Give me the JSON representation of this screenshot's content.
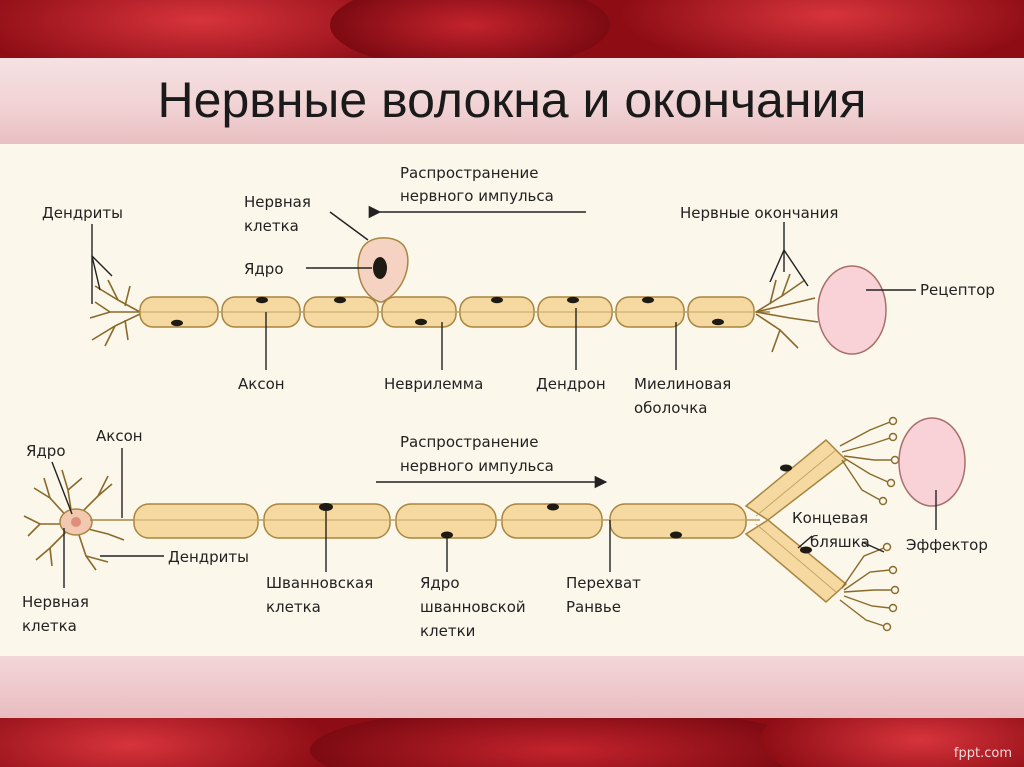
{
  "slide": {
    "title": "Нервные волокна и окончания",
    "brand": "fppt.com"
  },
  "top_diagram": {
    "dendrites": "Дендриты",
    "nerve_cell": [
      "Нервная",
      "клетка"
    ],
    "nucleus": "Ядро",
    "impulse": [
      "Распространение",
      "нервного импульса"
    ],
    "nerve_endings": "Нервные окончания",
    "receptor": "Рецептор",
    "axon": "Аксон",
    "neurilemma": "Неврилемма",
    "dendron": "Дендрон",
    "myelin": [
      "Миелиновая",
      "оболочка"
    ]
  },
  "bottom_diagram": {
    "nucleus": "Ядро",
    "axon": "Аксон",
    "impulse": [
      "Распространение",
      "нервного импульса"
    ],
    "dendrites": "Дендриты",
    "nerve_cell": [
      "Нервная",
      "клетка"
    ],
    "schwann_cell": [
      "Шванновская",
      "клетка"
    ],
    "schwann_nucleus": [
      "Ядро",
      "шванновской",
      "клетки"
    ],
    "ranvier": [
      "Перехват",
      "Ранвье"
    ],
    "end_plate": [
      "Концевая",
      "бляшка"
    ],
    "effector": "Эффектор"
  },
  "colors": {
    "background_red": "#8e0d15",
    "band_pink": "#f1d3d5",
    "panel_cream": "#fbf7ea",
    "fiber_tan": "#f5d9a0",
    "fiber_outline": "#a88540",
    "receptor_pink": "#f8d2d6"
  }
}
